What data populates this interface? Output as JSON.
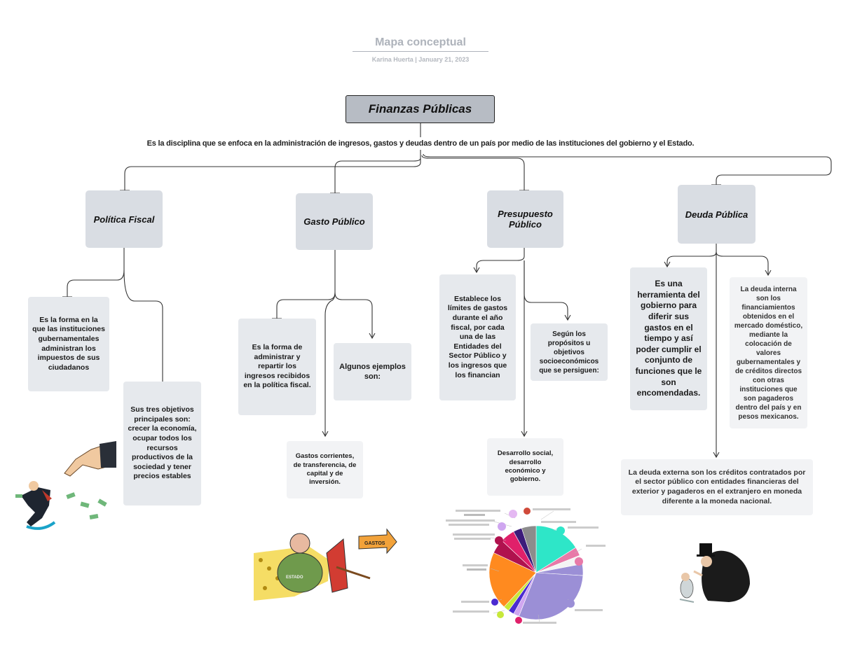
{
  "header": {
    "title": "Mapa conceptual",
    "subtitle": "Karina Huerta | January 21, 2023"
  },
  "root": {
    "label": "Finanzas Públicas",
    "definition": "Es la disciplina que se enfoca en la administración de ingresos, gastos y deudas dentro de un país por medio de las instituciones del gobierno y el Estado."
  },
  "branches": {
    "politica_fiscal": {
      "label": "Política Fiscal",
      "definition": "Es la forma en la que las instituciones gubernamentales administran los impuestos de sus ciudadanos",
      "objectives": "Sus tres objetivos principales son: crecer la economía, ocupar todos los recursos productivos de la sociedad y tener precios estables"
    },
    "gasto_publico": {
      "label": "Gasto Público",
      "definition": "Es la forma de administrar y repartir los ingresos recibidos en la política fiscal.",
      "examples_label": "Algunos ejemplos son:",
      "examples": "Gastos corrientes, de transferencia, de capital y de inversión.",
      "image_label": "GASTOS",
      "image_label_2": "ESTADO"
    },
    "presupuesto_publico": {
      "label": "Presupuesto Público",
      "definition": "Establece los límites de gastos durante el año fiscal, por cada una de las Entidades del Sector Público y los ingresos que los financian",
      "purpose": "Según los propósitos u objetivos socioeconómicos que se persiguen:",
      "purpose_detail": "Desarrollo social, desarrollo económico y gobierno."
    },
    "deuda_publica": {
      "label": "Deuda Pública",
      "definition": "Es una herramienta del gobierno para diferir sus gastos en el tiempo y así poder cumplir el conjunto de funciones que le son encomendadas.",
      "internal": "La deuda interna son los financiamientos obtenidos en el mercado doméstico, mediante la colocación de valores gubernamentales y de créditos directos con otras instituciones que son pagaderos dentro del país y en pesos mexicanos.",
      "external": "La deuda externa son los créditos contratados por el sector público con entidades financieras del exterior y pagaderos en el extranjero en moneda diferente a la moneda nacional."
    }
  },
  "chart_data": {
    "type": "pie",
    "values": [
      16,
      3,
      3,
      4,
      30,
      2,
      2,
      2,
      20,
      5,
      5,
      3,
      5
    ],
    "colors": [
      "#2ee6c8",
      "#e879a8",
      "#f4f4f4",
      "#9b8fd6",
      "#9b8fd6",
      "#cfa6f0",
      "#4b2bd1",
      "#c7e83a",
      "#ff8a1f",
      "#b0124e",
      "#e0206a",
      "#3c1c7a",
      "#8c8c8c"
    ]
  },
  "colors": {
    "node_fill": "#d9dde3",
    "leaf_fill": "#e6e9ed",
    "root_fill": "#b7bcc4",
    "connector": "#333333"
  }
}
